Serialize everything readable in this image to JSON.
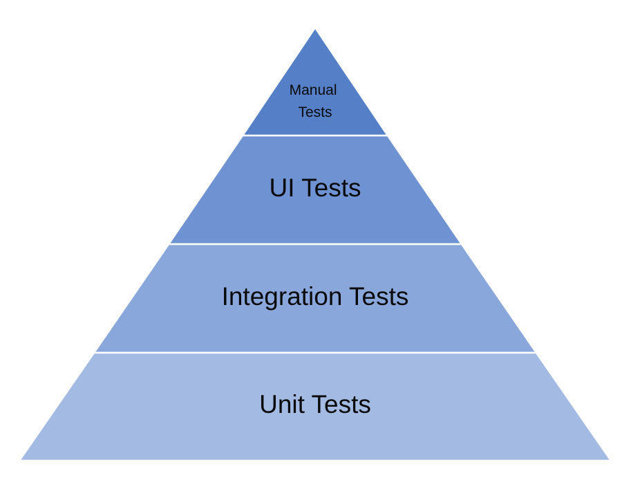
{
  "diagram": {
    "type": "pyramid",
    "tiers": [
      {
        "label_lines": [
          "Manual",
          "Tests"
        ],
        "color": "#5580c7"
      },
      {
        "label_lines": [
          "UI Tests"
        ],
        "color": "#6f93d2"
      },
      {
        "label_lines": [
          "Integration Tests"
        ],
        "color": "#8aa7dc"
      },
      {
        "label_lines": [
          "Unit Tests"
        ],
        "color": "#a3bbe3"
      }
    ]
  }
}
